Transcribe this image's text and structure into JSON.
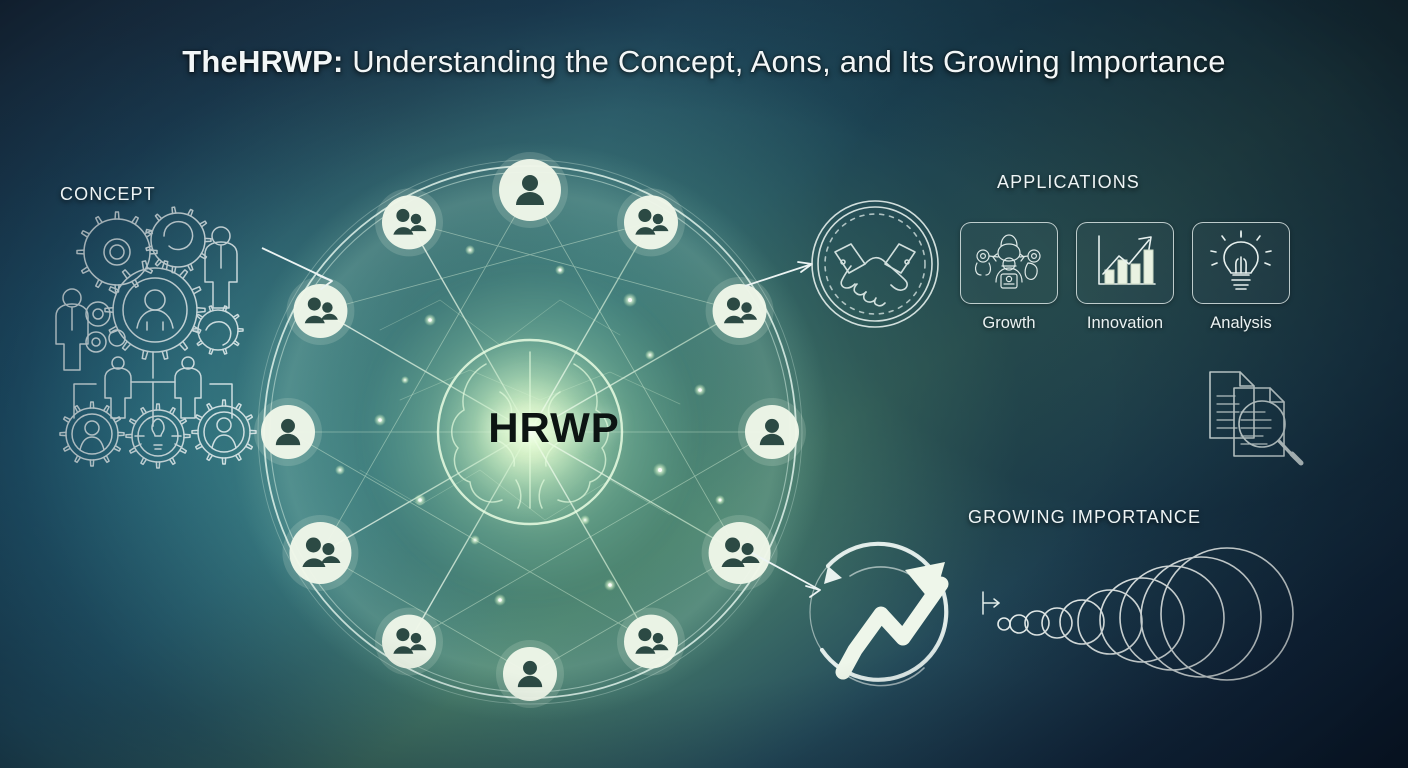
{
  "title": {
    "lead": "TheHRWP:",
    "rest": " Understanding the Concept, Aons, and Its Growing Importance",
    "full": "TheHRWP: Understanding the Concept, Aons, and Its Growing Importance"
  },
  "hub": {
    "word": "HRWP",
    "node_count": 12,
    "icon": "network-brain-hub"
  },
  "sections": {
    "concept": {
      "label": "CONCEPT",
      "icons": [
        "gears-cluster-icon",
        "businessperson-icon",
        "org-chart-icon",
        "gear-person-icon",
        "gear-lightbulb-icon"
      ]
    },
    "applications": {
      "label": "APPLICATIONS",
      "lead_icon": "handshake-badge-icon",
      "extra_icon": "document-magnifier-icon",
      "cards": [
        {
          "label": "Growth",
          "icon": "people-network-icon"
        },
        {
          "label": "Innovation",
          "icon": "bar-chart-arrow-icon"
        },
        {
          "label": "Analysis",
          "icon": "lightbulb-icon"
        }
      ]
    },
    "growing_importance": {
      "label": "GROWING IMPORTANCE",
      "icons": [
        "upward-arrow-circle-icon",
        "expanding-circles-icon"
      ]
    }
  },
  "connectors": [
    {
      "name": "concept-to-hub-arrow",
      "from": "concept",
      "to": "hub"
    },
    {
      "name": "hub-to-applications-arrow",
      "from": "hub",
      "to": "applications"
    },
    {
      "name": "hub-to-importance-arrow",
      "from": "hub",
      "to": "growing_importance"
    },
    {
      "name": "importance-scale-arrow",
      "from": "arrow-circle",
      "to": "expanding-circles"
    }
  ],
  "colors": {
    "bg_navy": "#13273d",
    "bg_blue": "#1d4059",
    "bg_teal": "#2a6173",
    "bg_green": "#3e6d60",
    "glow_green": "#c8e8b8",
    "line_white": "#e7f0ee",
    "text_light": "#eef4f5",
    "hub_text": "#0c1412"
  }
}
